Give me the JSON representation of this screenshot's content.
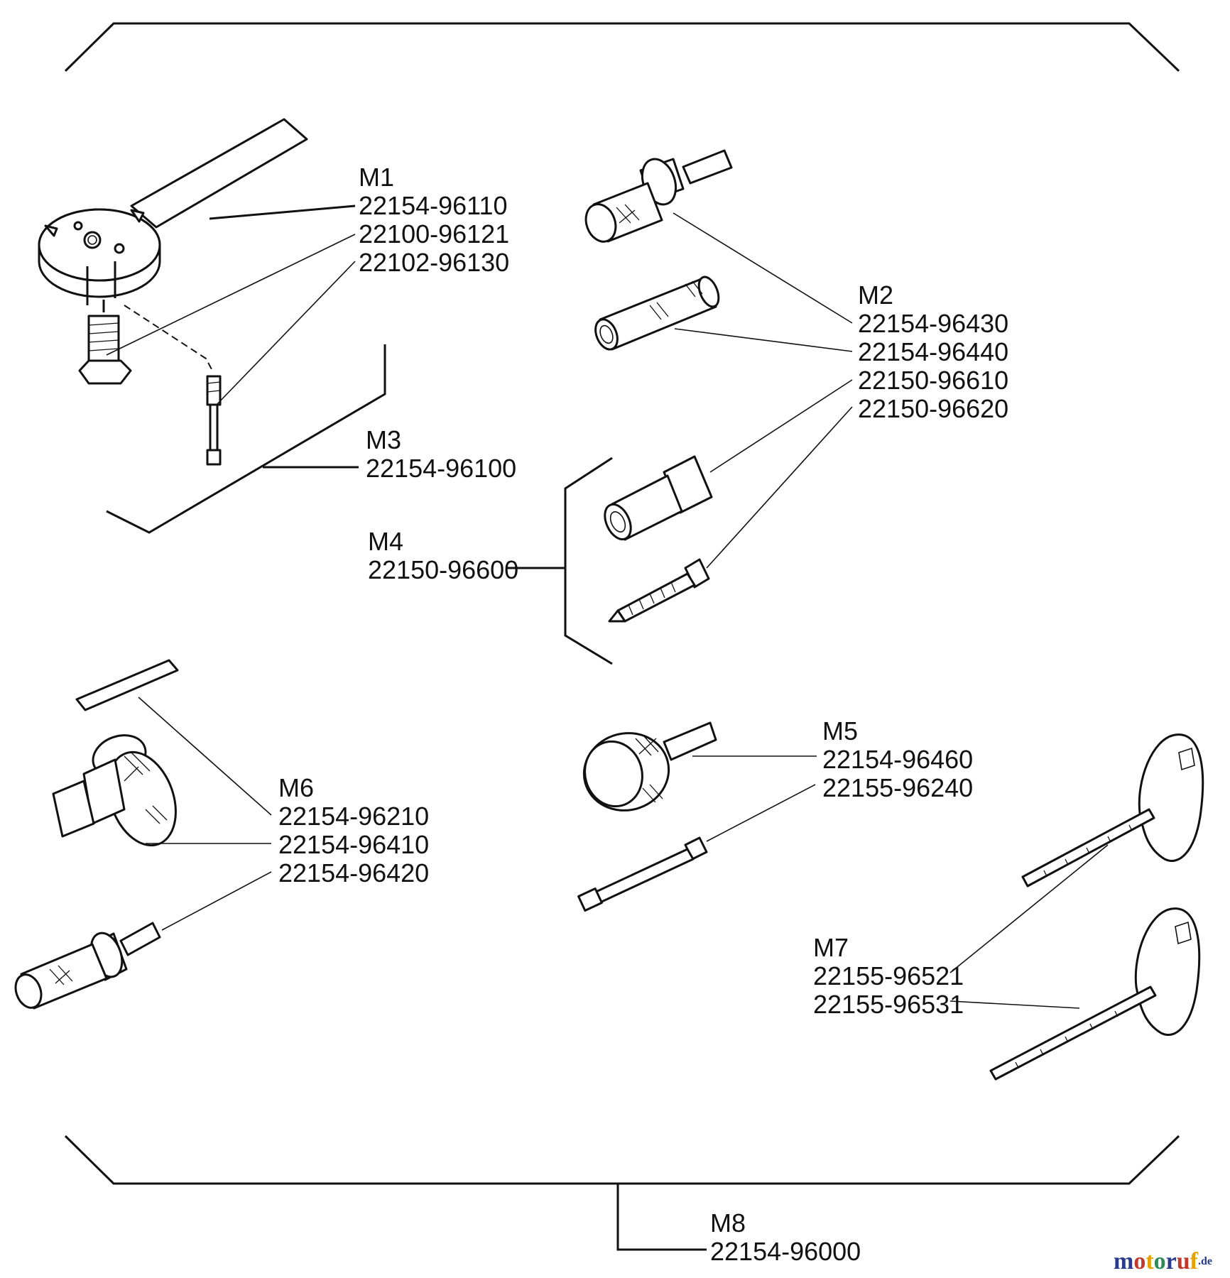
{
  "groups": [
    {
      "id": "M1",
      "parts": [
        "22154-96110",
        "22100-96121",
        "22102-96130"
      ]
    },
    {
      "id": "M2",
      "parts": [
        "22154-96430",
        "22154-96440",
        "22150-96610",
        "22150-96620"
      ]
    },
    {
      "id": "M3",
      "parts": [
        "22154-96100"
      ]
    },
    {
      "id": "M4",
      "parts": [
        "22150-96600"
      ]
    },
    {
      "id": "M5",
      "parts": [
        "22154-96460",
        "22155-96240"
      ]
    },
    {
      "id": "M6",
      "parts": [
        "22154-96210",
        "22154-96410",
        "22154-96420"
      ]
    },
    {
      "id": "M7",
      "parts": [
        "22155-96521",
        "22155-96531"
      ]
    },
    {
      "id": "M8",
      "parts": [
        "22154-96000"
      ]
    }
  ],
  "watermark": {
    "brand": "motoruf",
    "suffix": ".de",
    "colors": [
      "#2a3a8c",
      "#c0392b",
      "#e6a100",
      "#2e8b57"
    ]
  }
}
